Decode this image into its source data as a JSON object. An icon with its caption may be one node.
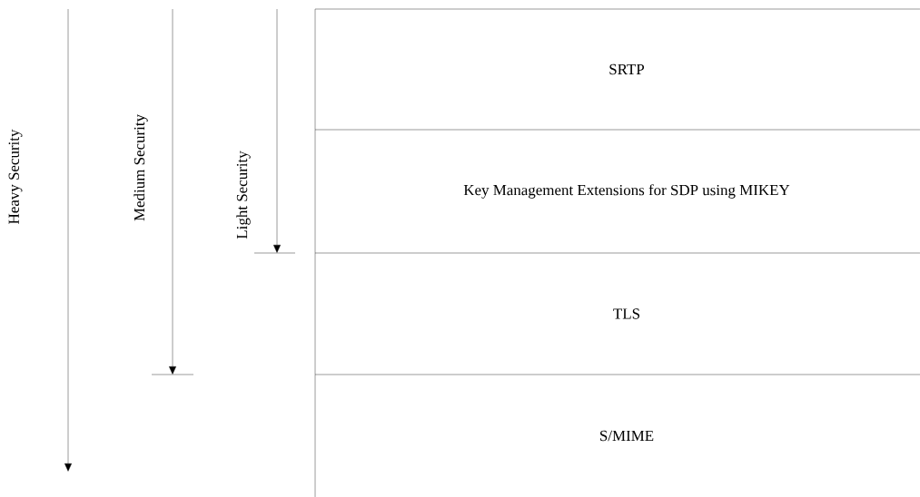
{
  "diagram": {
    "nodes": [
      {
        "text": [
          "SRTP"
        ]
      },
      {
        "text": [
          "Key Management Extensions for SDP using MIKEY"
        ]
      },
      {
        "text": [
          "TLS"
        ]
      },
      {
        "text": [
          "S/MIME"
        ]
      }
    ],
    "labels": [
      "Heavy Security",
      "Medium Security",
      "Light Security"
    ]
  }
}
